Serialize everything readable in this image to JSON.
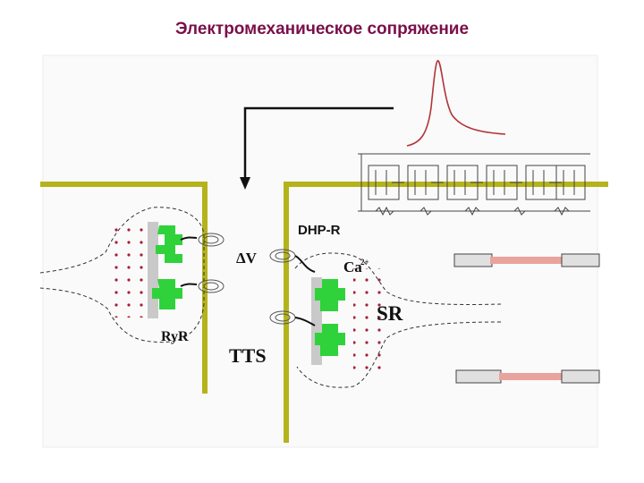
{
  "title": "Электромеханическое сопряжение",
  "labels": {
    "dhp_receptor": "DHP-R",
    "delta_v": "ΔV",
    "calcium": "Ca",
    "calcium_sup": "2+",
    "sarcoplasmic_reticulum": "SR",
    "ryanodine_receptor": "RyR",
    "t_tubule_system": "TTS"
  },
  "colors": {
    "membrane": "#b5b31c",
    "receptor": "#2fd23a",
    "calcium_dots": "#a3203a",
    "action_potential": "#b2343a",
    "filament": "#e9a39d"
  }
}
